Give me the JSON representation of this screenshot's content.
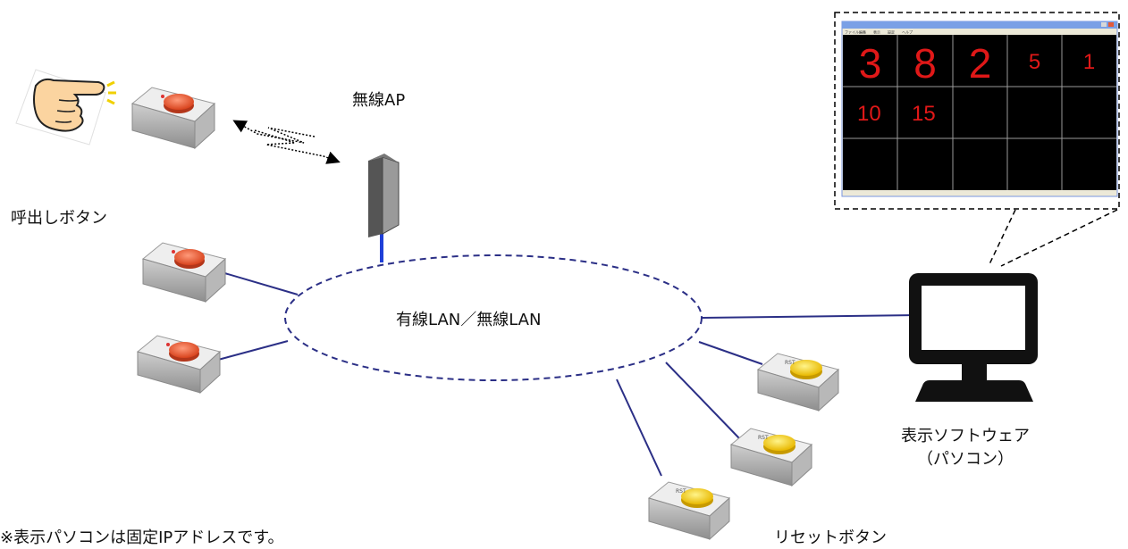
{
  "labels": {
    "wireless_ap": "無線AP",
    "call_button": "呼出しボタン",
    "network": "有線LAN／無線LAN",
    "display_software_line1": "表示ソフトウェア",
    "display_software_line2": "（パソコン）",
    "reset_button": "リセットボタン",
    "footnote": "※表示パソコンは固定IPアドレスです。"
  },
  "display_window": {
    "menu_items": [
      "ファイル",
      "編集",
      "表示",
      "設定",
      "ヘルプ"
    ],
    "grid": [
      [
        "3",
        "8",
        "2",
        "5",
        "1"
      ],
      [
        "10",
        "15",
        "",
        "",
        ""
      ],
      [
        "",
        "",
        "",
        "",
        ""
      ]
    ]
  },
  "colors": {
    "network_line": "#2b2f86",
    "ap_cable": "#1e3fd8",
    "call_button_cap": "#e8542c",
    "reset_button_cap": "#f5c800",
    "display_number": "#e01818",
    "monitor_body": "#111111"
  },
  "icons": {
    "call_button": "red-push-button-icon",
    "reset_button": "yellow-push-button-icon",
    "hand": "pointing-hand-icon",
    "ap": "wireless-access-point-icon",
    "pc": "monitor-icon"
  }
}
